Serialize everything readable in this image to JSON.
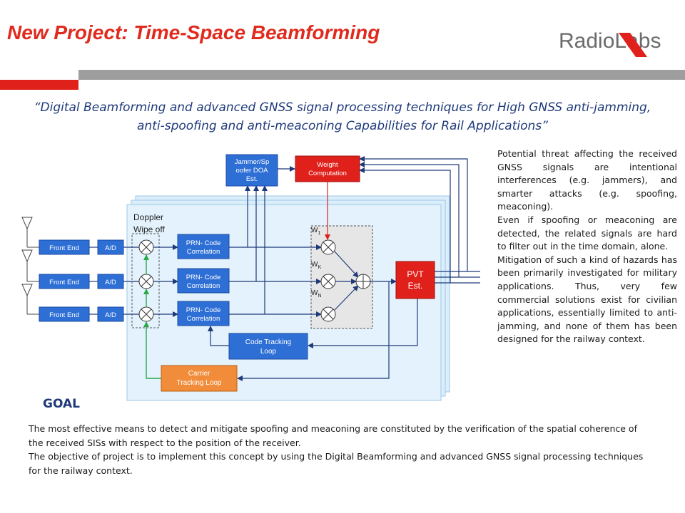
{
  "header": {
    "title": "New Project: Time-Space Beamforming",
    "logo_text": "RadioLabs",
    "colors": {
      "accent": "#e02a1e",
      "bar_gray": "#9e9e9e"
    }
  },
  "quote": "“Digital Beamforming and advanced GNSS signal processing techniques for High GNSS anti-jamming, anti-spoofing and anti-meaconing Capabilities for Rail Applications”",
  "diagram": {
    "front_end": "Front End",
    "ad": "A/D",
    "doppler_1": "Doppler",
    "doppler_2": "Wipe off",
    "prn_1": "PRN- Code",
    "prn_2": "Correlation",
    "jammer_1": "Jammer/Sp",
    "jammer_2": "oofer DOA",
    "jammer_3": "Est.",
    "weight_1": "Weight",
    "weight_2": "Computation",
    "pvt_1": "PVT",
    "pvt_2": "Est.",
    "code_tracking_1": "Code Tracking",
    "code_tracking_2": "Loop",
    "carrier_1": "Carrier",
    "carrier_2": "Tracking Loop",
    "w1": "W",
    "w1_sub": "1",
    "wk": "W",
    "wk_sub": "K",
    "wn": "W",
    "wn_sub": "N",
    "colors": {
      "blue_box": "#2e6fd6",
      "red_box": "#e0201a",
      "orange_box": "#f08c3a",
      "panel": "#dbeefa"
    }
  },
  "side_text": [
    "Potential threat affecting the received GNSS signals are intentional interferences (e.g. jammers), and smarter attacks (e.g. spoofing, meaconing).",
    "Even if spoofing or meaconing are detected, the related signals are hard to filter out in the time domain, alone.",
    "Mitigation of such a kind of hazards has been primarily investigated for military applications. Thus, very few commercial solutions exist for civilian applications, essentially limited to anti-jamming, and none of them has been designed for the railway context."
  ],
  "goal": {
    "heading": "GOAL",
    "paragraphs": [
      "The most effective means to detect and mitigate spoofing and meaconing are constituted by the verification of the spatial coherence of the received SISs with respect to the position of the receiver.",
      "The objective of project is to implement this concept by using the Digital Beamforming and advanced GNSS signal processing techniques for the railway context."
    ]
  }
}
